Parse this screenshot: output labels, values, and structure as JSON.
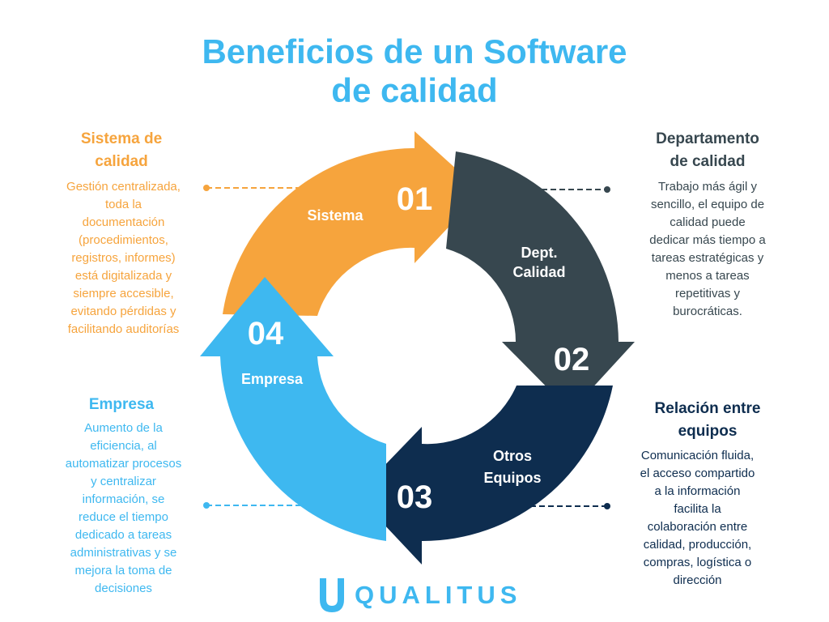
{
  "title": {
    "line1": "Beneficios de un Software",
    "line2": "de calidad"
  },
  "cycle": {
    "segments": [
      {
        "number": "01",
        "label": "Sistema",
        "color": "#f6a43d"
      },
      {
        "number": "02",
        "label_line1": "Dept.",
        "label_line2": "Calidad",
        "color": "#37474f"
      },
      {
        "number": "03",
        "label_line1": "Otros",
        "label_line2": "Equipos",
        "color": "#0e2d4f"
      },
      {
        "number": "04",
        "label": "Empresa",
        "color": "#3eb8f0"
      }
    ]
  },
  "panels": {
    "sistema": {
      "heading_line1": "Sistema de",
      "heading_line2": "calidad",
      "body": [
        "Gestión centralizada,",
        "toda la",
        "documentación",
        "(procedimientos,",
        "registros, informes)",
        "está digitalizada y",
        "siempre accesible,",
        "evitando pérdidas y",
        "facilitando auditorías"
      ]
    },
    "departamento": {
      "heading_line1": "Departamento",
      "heading_line2": "de calidad",
      "body": [
        "Trabajo más ágil y",
        "sencillo, el equipo de",
        "calidad puede",
        "dedicar más tiempo a",
        "tareas estratégicas y",
        "menos a tareas",
        "repetitivas y",
        "burocráticas."
      ]
    },
    "relacion": {
      "heading_line1": "Relación entre",
      "heading_line2": "equipos",
      "body": [
        "Comunicación fluida,",
        "el acceso compartido",
        "a la información",
        "facilita la",
        "colaboración entre",
        "calidad, producción,",
        "compras, logística o",
        "dirección"
      ]
    },
    "empresa": {
      "heading_line1": "Empresa",
      "body": [
        "Aumento de la",
        "eficiencia, al",
        "automatizar procesos",
        "y centralizar",
        "información, se",
        "reduce el tiempo",
        "dedicado a tareas",
        "administrativas y se",
        "mejora la toma de",
        "decisiones"
      ]
    }
  },
  "logo": {
    "text": "QUALITUS",
    "icon": "qualitus-u-icon",
    "color": "#3eb8f0"
  }
}
